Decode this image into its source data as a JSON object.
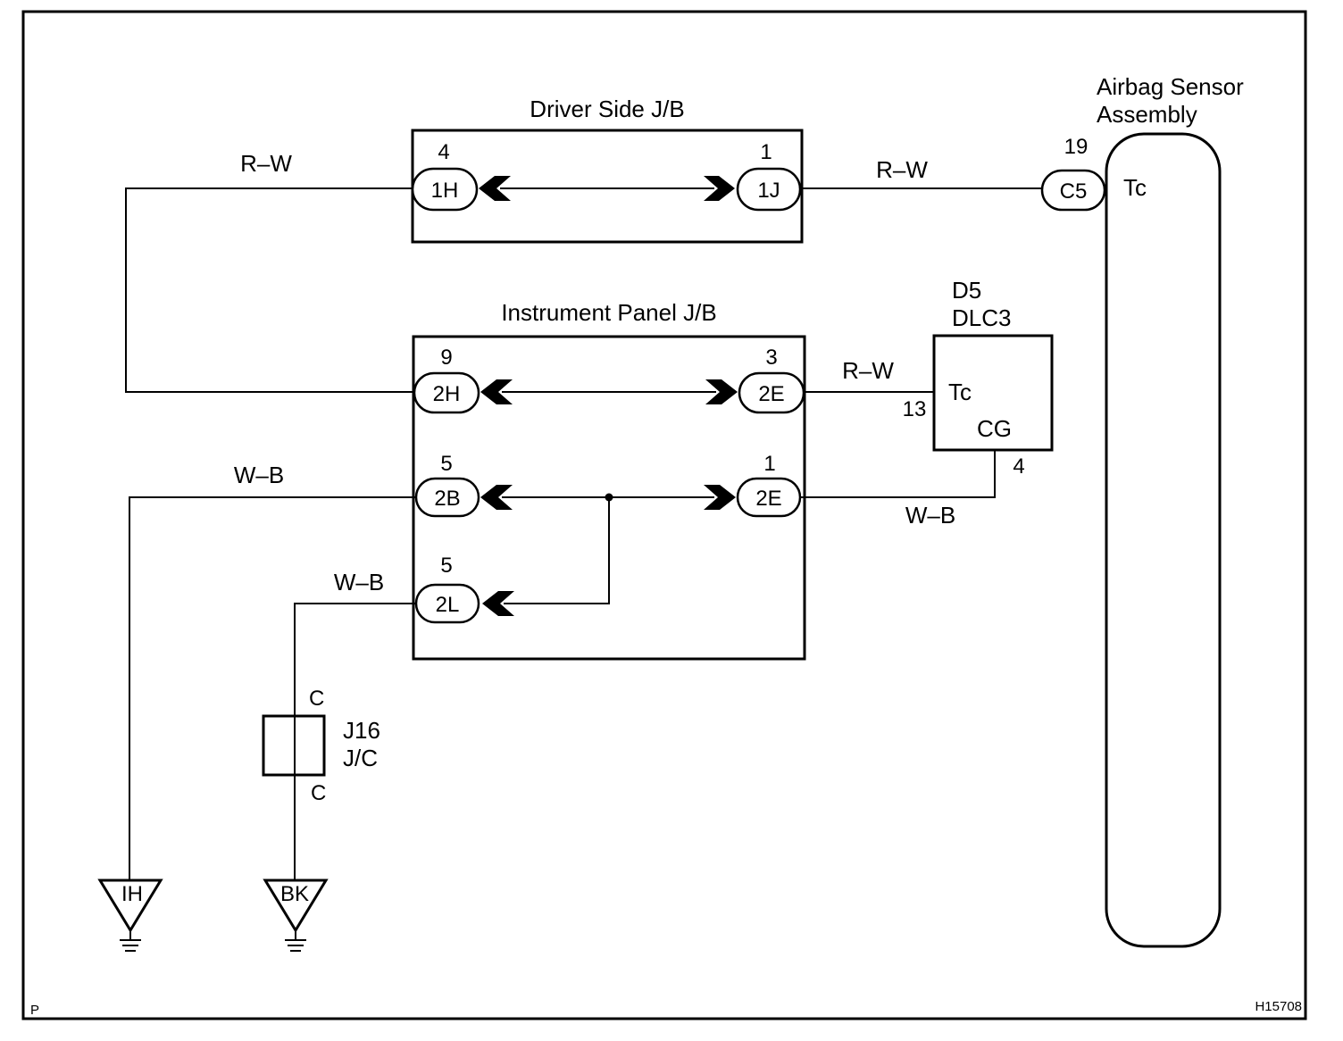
{
  "corner": {
    "p": "P",
    "ref": "H15708"
  },
  "junction_blocks": {
    "driver": {
      "title": "Driver Side J/B",
      "left": {
        "pin": "4",
        "conn": "1H"
      },
      "right": {
        "pin": "1",
        "conn": "1J"
      }
    },
    "instrument": {
      "title": "Instrument Panel J/B",
      "row1_left": {
        "pin": "9",
        "conn": "2H"
      },
      "row1_right": {
        "pin": "3",
        "conn": "2E"
      },
      "row2_left": {
        "pin": "5",
        "conn": "2B"
      },
      "row2_right": {
        "pin": "1",
        "conn": "2E"
      },
      "row3_left": {
        "pin": "5",
        "conn": "2L"
      }
    }
  },
  "wires": {
    "rw_left": "R–W",
    "rw_top_right": "R–W",
    "rw_dlc": "R–W",
    "wb_left": "W–B",
    "wb_dlc": "W–B",
    "wb_2l": "W–B"
  },
  "airbag_sensor": {
    "title_line1": "Airbag Sensor",
    "title_line2": "Assembly",
    "pin": "19",
    "conn": "C5",
    "terminal": "Tc"
  },
  "dlc3": {
    "code": "D5",
    "name": "DLC3",
    "terminal_tc": "Tc",
    "terminal_cg": "CG",
    "pin_tc": "13",
    "pin_cg": "4"
  },
  "junction_connector": {
    "code": "J16",
    "name": "J/C",
    "top_pin": "C",
    "bottom_pin": "C"
  },
  "grounds": [
    {
      "label": "IH"
    },
    {
      "label": "BK"
    }
  ]
}
